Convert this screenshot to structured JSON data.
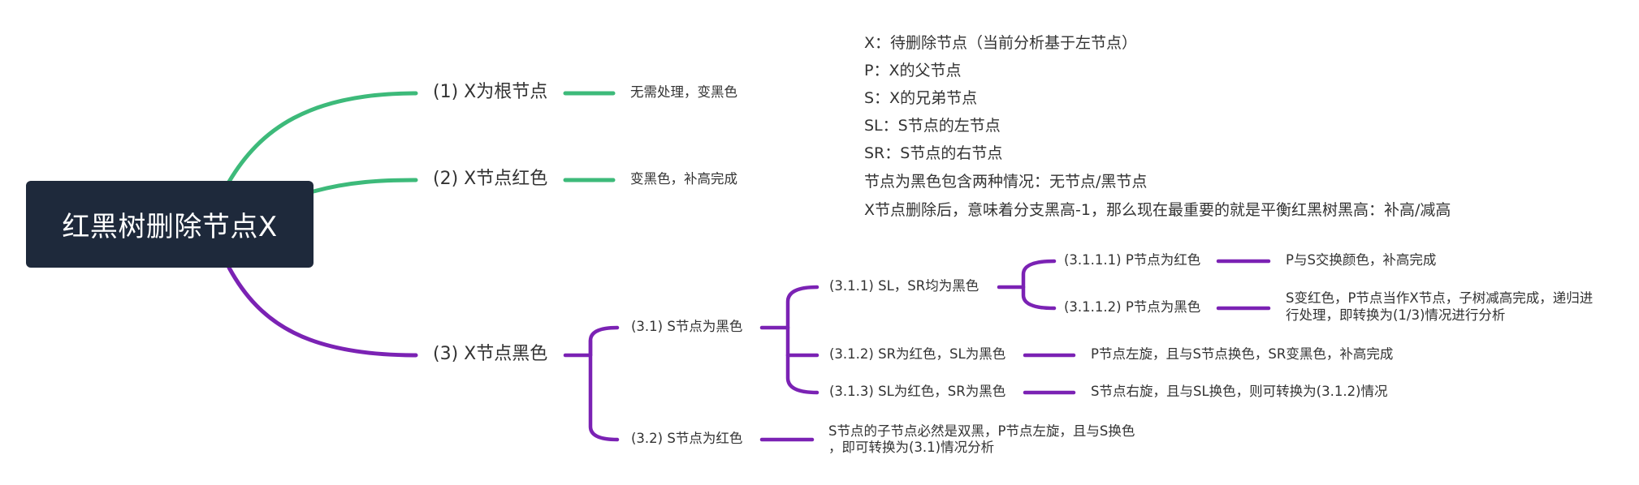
{
  "root": {
    "title": "红黑树删除节点X"
  },
  "colors": {
    "green": "#3dba7a",
    "purple": "#7b22b4",
    "root_bg": "#1e293b"
  },
  "branches": [
    {
      "label": "(1) X为根节点",
      "detail": "无需处理，变黑色"
    },
    {
      "label": "(2) X节点红色",
      "detail": "变黑色，补高完成"
    },
    {
      "label": "(3) X节点黑色",
      "children": [
        {
          "label": "(3.1) S节点为黑色",
          "children": [
            {
              "label": "(3.1.1) SL，SR均为黑色",
              "children": [
                {
                  "label": "(3.1.1.1) P节点为红色",
                  "detail": "P与S交换颜色，补高完成"
                },
                {
                  "label": "(3.1.1.2) P节点为黑色",
                  "detail_lines": [
                    "S变红色，P节点当作X节点，子树减高完成，递归进",
                    "行处理，即转换为(1/3)情况进行分析"
                  ]
                }
              ]
            },
            {
              "label": "(3.1.2) SR为红色，SL为黑色",
              "detail": "P节点左旋，且与S节点换色，SR变黑色，补高完成"
            },
            {
              "label": "(3.1.3) SL为红色，SR为黑色",
              "detail": "S节点右旋，且与SL换色，则可转换为(3.1.2)情况"
            }
          ]
        },
        {
          "label": "(3.2) S节点为红色",
          "detail_lines": [
            "S节点的子节点必然是双黑，P节点左旋，且与S换色",
            "，即可转换为(3.1)情况分析"
          ]
        }
      ]
    }
  ],
  "notes": [
    "X：待删除节点（当前分析基于左节点）",
    "P：X的父节点",
    "S：X的兄弟节点",
    "SL：S节点的左节点",
    "SR：S节点的右节点",
    "节点为黑色包含两种情况：无节点/黑节点",
    "X节点删除后，意味着分支黑高-1，那么现在最重要的就是平衡红黑树黑高：补高/减高"
  ]
}
